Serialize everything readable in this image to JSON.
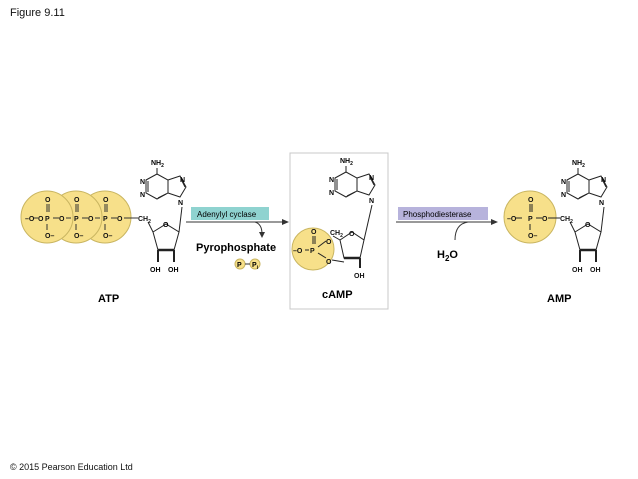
{
  "header": {
    "figure_label": "Figure 9.11"
  },
  "footer": {
    "copyright": "© 2015 Pearson Education Ltd"
  },
  "molecules": {
    "atp": {
      "label": "ATP"
    },
    "camp": {
      "label": "cAMP"
    },
    "amp": {
      "label": "AMP"
    }
  },
  "reactions": {
    "step1": {
      "enzyme": "Adenylyl cyclase",
      "byproduct": "Pyrophosphate",
      "p_left": "P",
      "p_right": "P",
      "p_right_sub": "i"
    },
    "step2": {
      "enzyme": "Phosphodiesterase",
      "reactant_main": "H",
      "reactant_sub": "2",
      "reactant_tail": "O"
    }
  },
  "atoms": {
    "o": "O",
    "p": "P",
    "n": "N",
    "oh": "OH",
    "ch2": "CH",
    "ch2_sub": "2",
    "nh2": "NH",
    "nh2_sub": "2",
    "minus": "–"
  },
  "colors": {
    "phosphate_fill": "#f7e08a",
    "phosphate_stroke": "#c9b560",
    "adenylyl_fill": "#8fd3d0",
    "phosphodiesterase_fill": "#b7b3dc",
    "camp_box": "#c8c8c8"
  }
}
